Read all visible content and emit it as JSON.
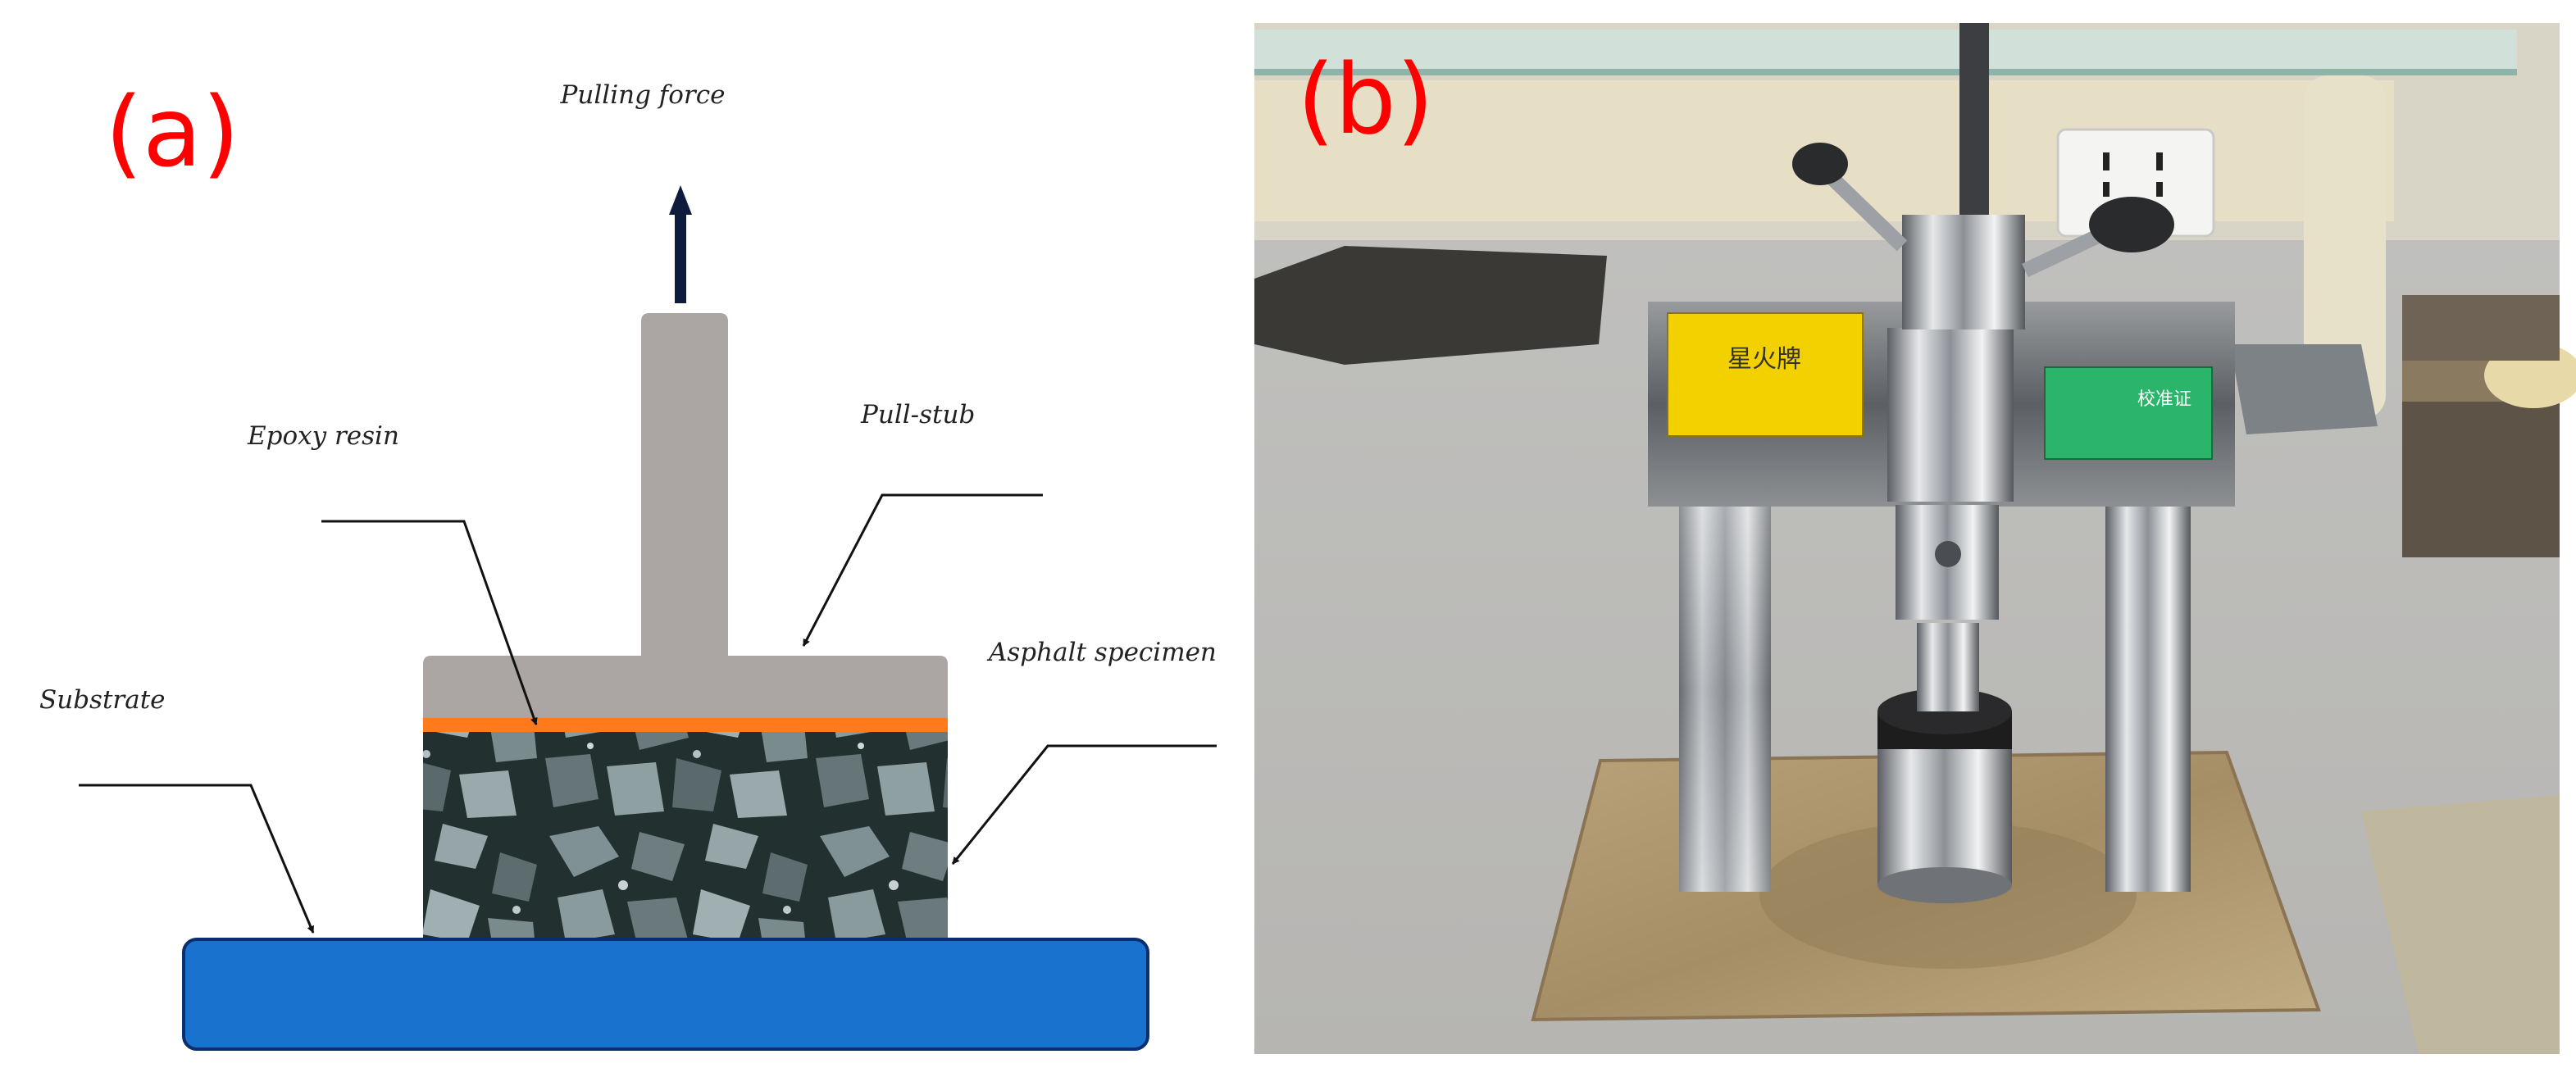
{
  "panel_a": {
    "letter": "(a)",
    "labels": {
      "pulling_force": "Pulling force",
      "pull_stub": "Pull-stub",
      "epoxy_resin": "Epoxy resin",
      "asphalt_specimen": "Asphalt specimen",
      "substrate": "Substrate"
    }
  },
  "panel_b": {
    "letter": "(b)",
    "device_name_plate": "星火牌",
    "calibration_plate": "校准证"
  },
  "colors": {
    "panel_letter": "#ff0000",
    "pull_stub": "#aba6a4",
    "epoxy_resin": "#ff7a1a",
    "substrate": "#1a72cf",
    "substrate_border": "#0a2e6e",
    "asphalt_dark": "#22302f",
    "aggregate": "#7d8d90",
    "arrow": "#0d1b3d"
  }
}
